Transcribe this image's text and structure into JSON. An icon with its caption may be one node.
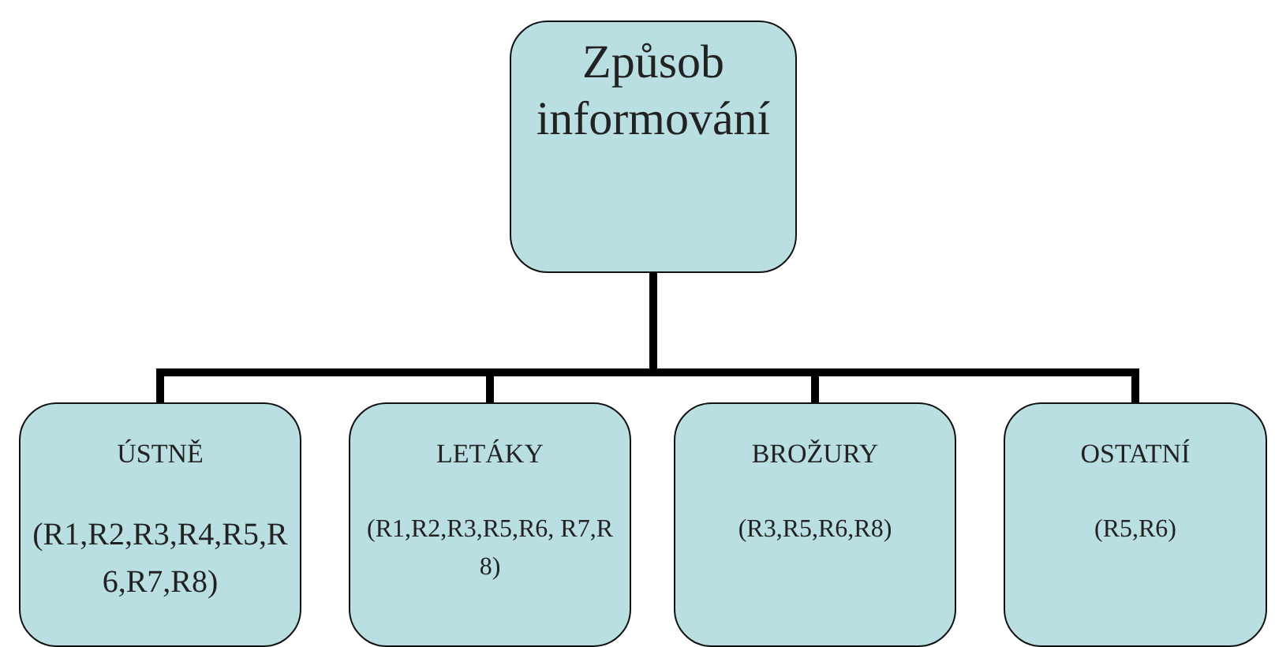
{
  "diagram": {
    "nodes": [
      {
        "text": [
          "Způsob informování"
        ]
      },
      {
        "text": [
          "ÚSTNĚ",
          "(R1,R2,R3,R4,R5,R6,R7,R8)"
        ]
      },
      {
        "text": [
          "LETÁKY",
          "(R1,R2,R3,R5,R6, R7,R8)"
        ]
      },
      {
        "text": [
          "BROŽURY",
          "(R3,R5,R6,R8)"
        ]
      },
      {
        "text": [
          "OSTATNÍ",
          "(R5,R6)"
        ]
      }
    ],
    "edges": [
      {
        "from": 0,
        "to": 1,
        "arrow": "none"
      },
      {
        "from": 0,
        "to": 2,
        "arrow": "none"
      },
      {
        "from": 0,
        "to": 3,
        "arrow": "none"
      },
      {
        "from": 0,
        "to": 4,
        "arrow": "none"
      }
    ]
  }
}
